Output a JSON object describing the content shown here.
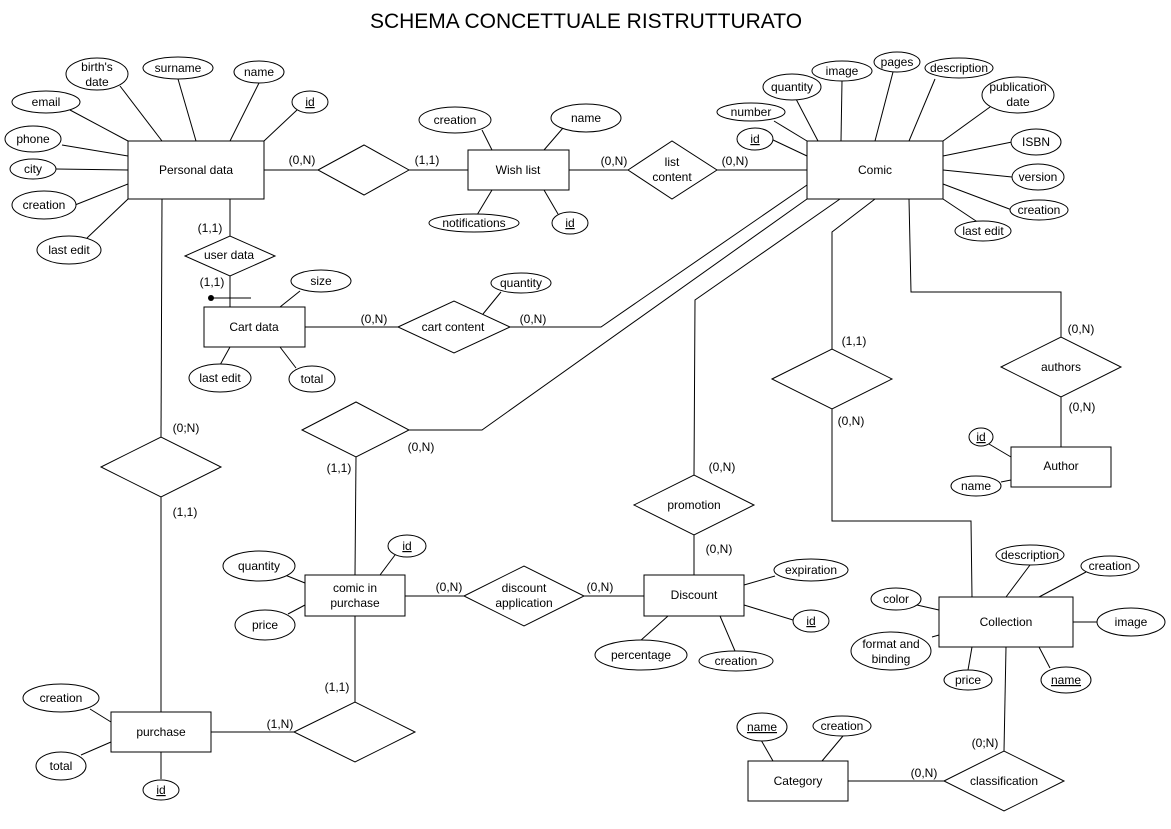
{
  "title": "SCHEMA CONCETTUALE RISTRUTTURATO",
  "entities": {
    "personal_data": "Personal data",
    "wish_list": "Wish list",
    "comic": "Comic",
    "cart_data": "Cart data",
    "author": "Author",
    "comic_in_purchase": [
      "comic in",
      "purchase"
    ],
    "discount": "Discount",
    "collection": "Collection",
    "purchase": "purchase",
    "category": "Category"
  },
  "relationships": {
    "user_data": "user data",
    "list_content": [
      "list",
      "content"
    ],
    "cart_content": "cart content",
    "authors": "authors",
    "promotion": "promotion",
    "discount_application": [
      "discount",
      "application"
    ],
    "classification": "classification"
  },
  "attributes": {
    "pd_birth_date": [
      "birth's",
      "date"
    ],
    "pd_surname": "surname",
    "pd_name": "name",
    "pd_id": "id",
    "pd_email": "email",
    "pd_phone": "phone",
    "pd_city": "city",
    "pd_creation": "creation",
    "pd_last_edit": "last edit",
    "wl_creation": "creation",
    "wl_name": "name",
    "wl_notifications": "notifications",
    "wl_id": "id",
    "c_quantity": "quantity",
    "c_image": "image",
    "c_pages": "pages",
    "c_description": "description",
    "c_publication_date": [
      "publication",
      "date"
    ],
    "c_number": "number",
    "c_id": "id",
    "c_isbn": "ISBN",
    "c_version": "version",
    "c_creation": "creation",
    "c_last_edit": "last edit",
    "cd_size": "size",
    "cd_last_edit": "last edit",
    "cd_total": "total",
    "cc_quantity": "quantity",
    "a_id": "id",
    "a_name": "name",
    "cip_id": "id",
    "cip_quantity": "quantity",
    "cip_price": "price",
    "d_expiration": "expiration",
    "d_id": "id",
    "d_percentage": "percentage",
    "d_creation": "creation",
    "col_description": "description",
    "col_creation": "creation",
    "col_color": "color",
    "col_image": "image",
    "col_format_binding": [
      "format and",
      "binding"
    ],
    "col_price": "price",
    "col_name": "name",
    "p_creation": "creation",
    "p_total": "total",
    "p_id": "id",
    "cat_name": "name",
    "cat_creation": "creation"
  },
  "cardinalities": {
    "pd_unnamed_pd": "(0,N)",
    "pd_unnamed_wl": "(1,1)",
    "lc_wl": "(0,N)",
    "lc_comic": "(0,N)",
    "ud_pd": "(1,1)",
    "ud_cd": "(1,1)",
    "cc_cd": "(0,N)",
    "cc_comic": "(0,N)",
    "cs_comic": "(1,1)",
    "cs_collection": "(0,N)",
    "au_comic": "(0,N)",
    "au_author": "(0,N)",
    "pur_pd": "(0;N)",
    "pur_purchase": "(1,1)",
    "cip_comic_comic": "(0,N)",
    "cip_comic_cip": "(1,1)",
    "pr_comic": "(0,N)",
    "pr_discount": "(0,N)",
    "da_cip": "(0,N)",
    "da_discount": "(0,N)",
    "cp_cip": "(1,1)",
    "cp_purchase": "(1,N)",
    "cl_collection": "(0;N)",
    "cl_category": "(0,N)"
  }
}
